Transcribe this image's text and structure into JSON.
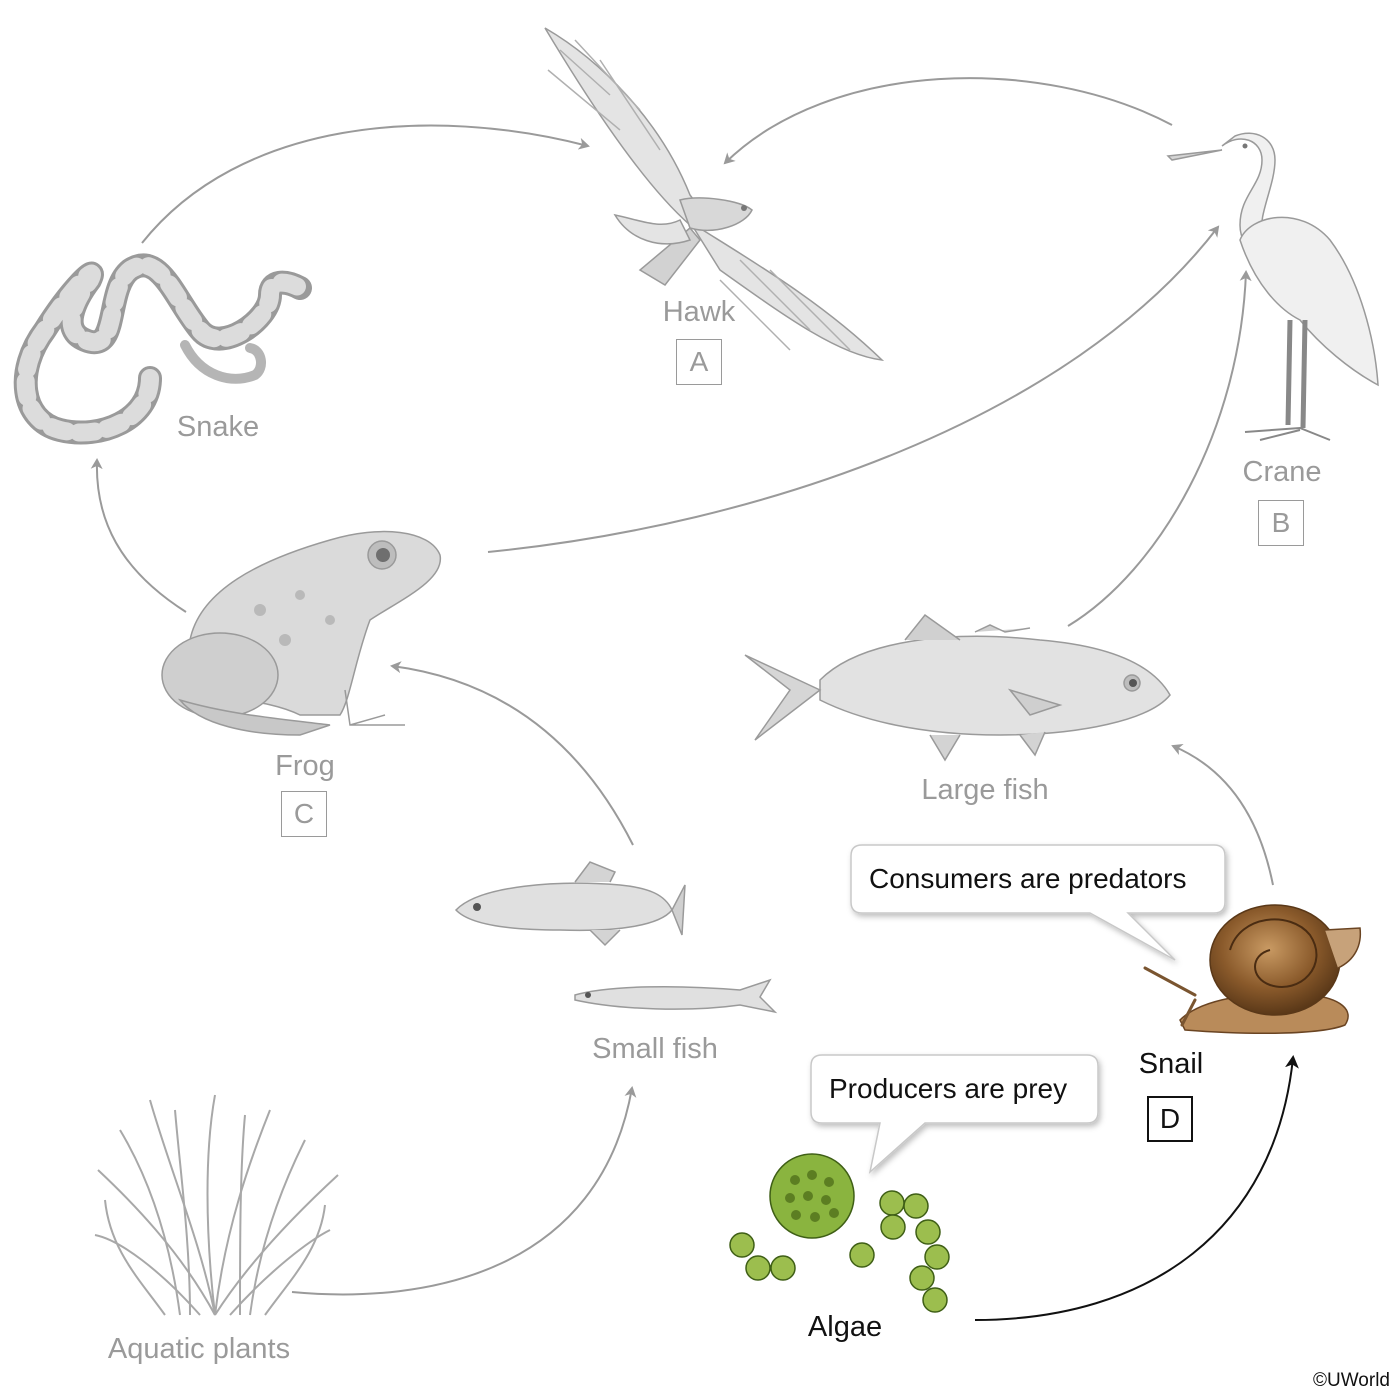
{
  "organisms": {
    "hawk": {
      "name": "Hawk",
      "tag": "A"
    },
    "crane": {
      "name": "Crane",
      "tag": "B"
    },
    "snake": {
      "name": "Snake"
    },
    "frog": {
      "name": "Frog",
      "tag": "C"
    },
    "large_fish": {
      "name": "Large fish"
    },
    "small_fish": {
      "name": "Small fish"
    },
    "snail": {
      "name": "Snail",
      "tag": "D"
    },
    "algae": {
      "name": "Algae"
    },
    "aquatic_plants": {
      "name": "Aquatic plants"
    }
  },
  "callouts": {
    "consumers": "Consumers are predators",
    "producers": "Producers are prey"
  },
  "copyright": "©UWorld",
  "colors": {
    "faded": "#9a9a9a",
    "active": "#111111",
    "algae_green": "#7da63a",
    "snail_brown": "#8a5a2b"
  }
}
